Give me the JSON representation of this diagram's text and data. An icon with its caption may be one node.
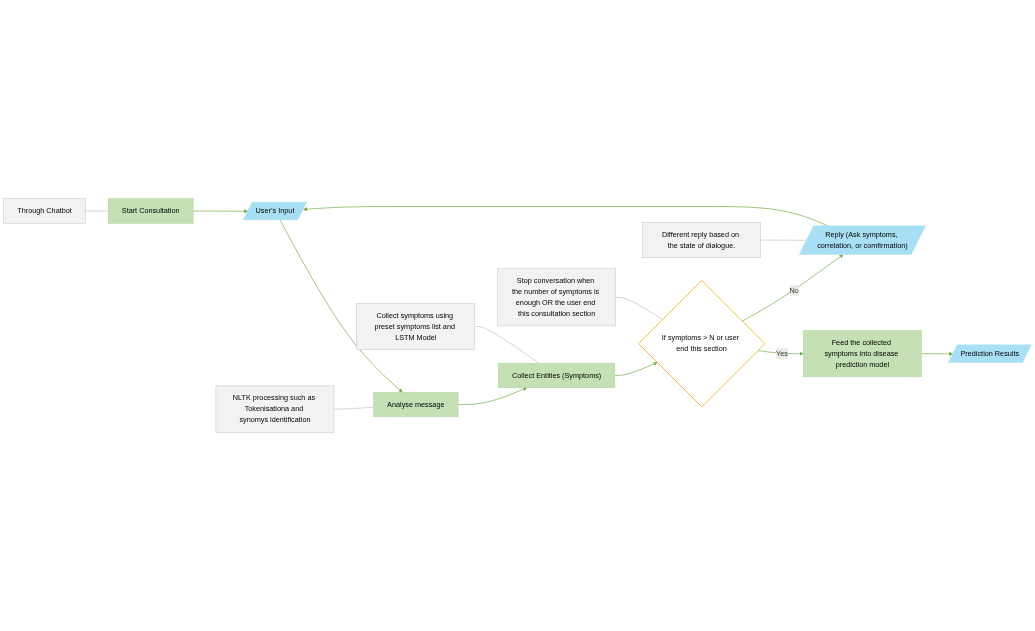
{
  "diagram": {
    "nodes": [
      {
        "text": [
          "Through Chatbot"
        ]
      },
      {
        "text": [
          "Start Consultation"
        ]
      },
      {
        "text": [
          "User’s Input"
        ]
      },
      {
        "text": [
          "NLTK processing such as Tokenisationa and synomys identification"
        ]
      },
      {
        "text": [
          "Analyse message"
        ]
      },
      {
        "text": [
          "Collect symptoms using preset symptoms list and LSTM Model"
        ]
      },
      {
        "text": [
          "Collect Entities (Symptoms)"
        ]
      },
      {
        "text": [
          "Stop conversation when the number of symptoms is enough OR the user end this consultation section"
        ]
      },
      {
        "text": [
          "If symptoms > N or user end this section"
        ]
      },
      {
        "text": [
          "Feed the collected symptoms into disease prediction model"
        ]
      },
      {
        "text": [
          "Prediction Results"
        ]
      },
      {
        "text": [
          "Reply (Ask symptoms, correlation, or comfirmation)"
        ]
      },
      {
        "text": [
          "Different reply based on the state of dialogue."
        ]
      }
    ],
    "edges": [
      {
        "from": 0,
        "to": 1,
        "arrow": "none",
        "color": "#bfbfbf"
      },
      {
        "from": 1,
        "to": 2,
        "arrow": "to"
      },
      {
        "from": 2,
        "to": 4,
        "arrow": "to"
      },
      {
        "from": 3,
        "to": 4,
        "arrow": "none",
        "color": "#bfbfbf"
      },
      {
        "from": 4,
        "to": 6,
        "arrow": "to"
      },
      {
        "from": 5,
        "to": 6,
        "arrow": "none",
        "color": "#bfbfbf"
      },
      {
        "from": 6,
        "to": 8,
        "arrow": "to"
      },
      {
        "from": 7,
        "to": 8,
        "arrow": "none",
        "color": "#bfbfbf"
      },
      {
        "from": 8,
        "to": 9,
        "label": "Yes",
        "arrow": "to"
      },
      {
        "from": 9,
        "to": 10,
        "arrow": "to"
      },
      {
        "from": 8,
        "to": 11,
        "label": "No",
        "arrow": "to"
      },
      {
        "from": 12,
        "to": 11,
        "arrow": "none",
        "color": "#bfbfbf"
      },
      {
        "from": 11,
        "to": 2,
        "arrow": "to"
      }
    ]
  }
}
